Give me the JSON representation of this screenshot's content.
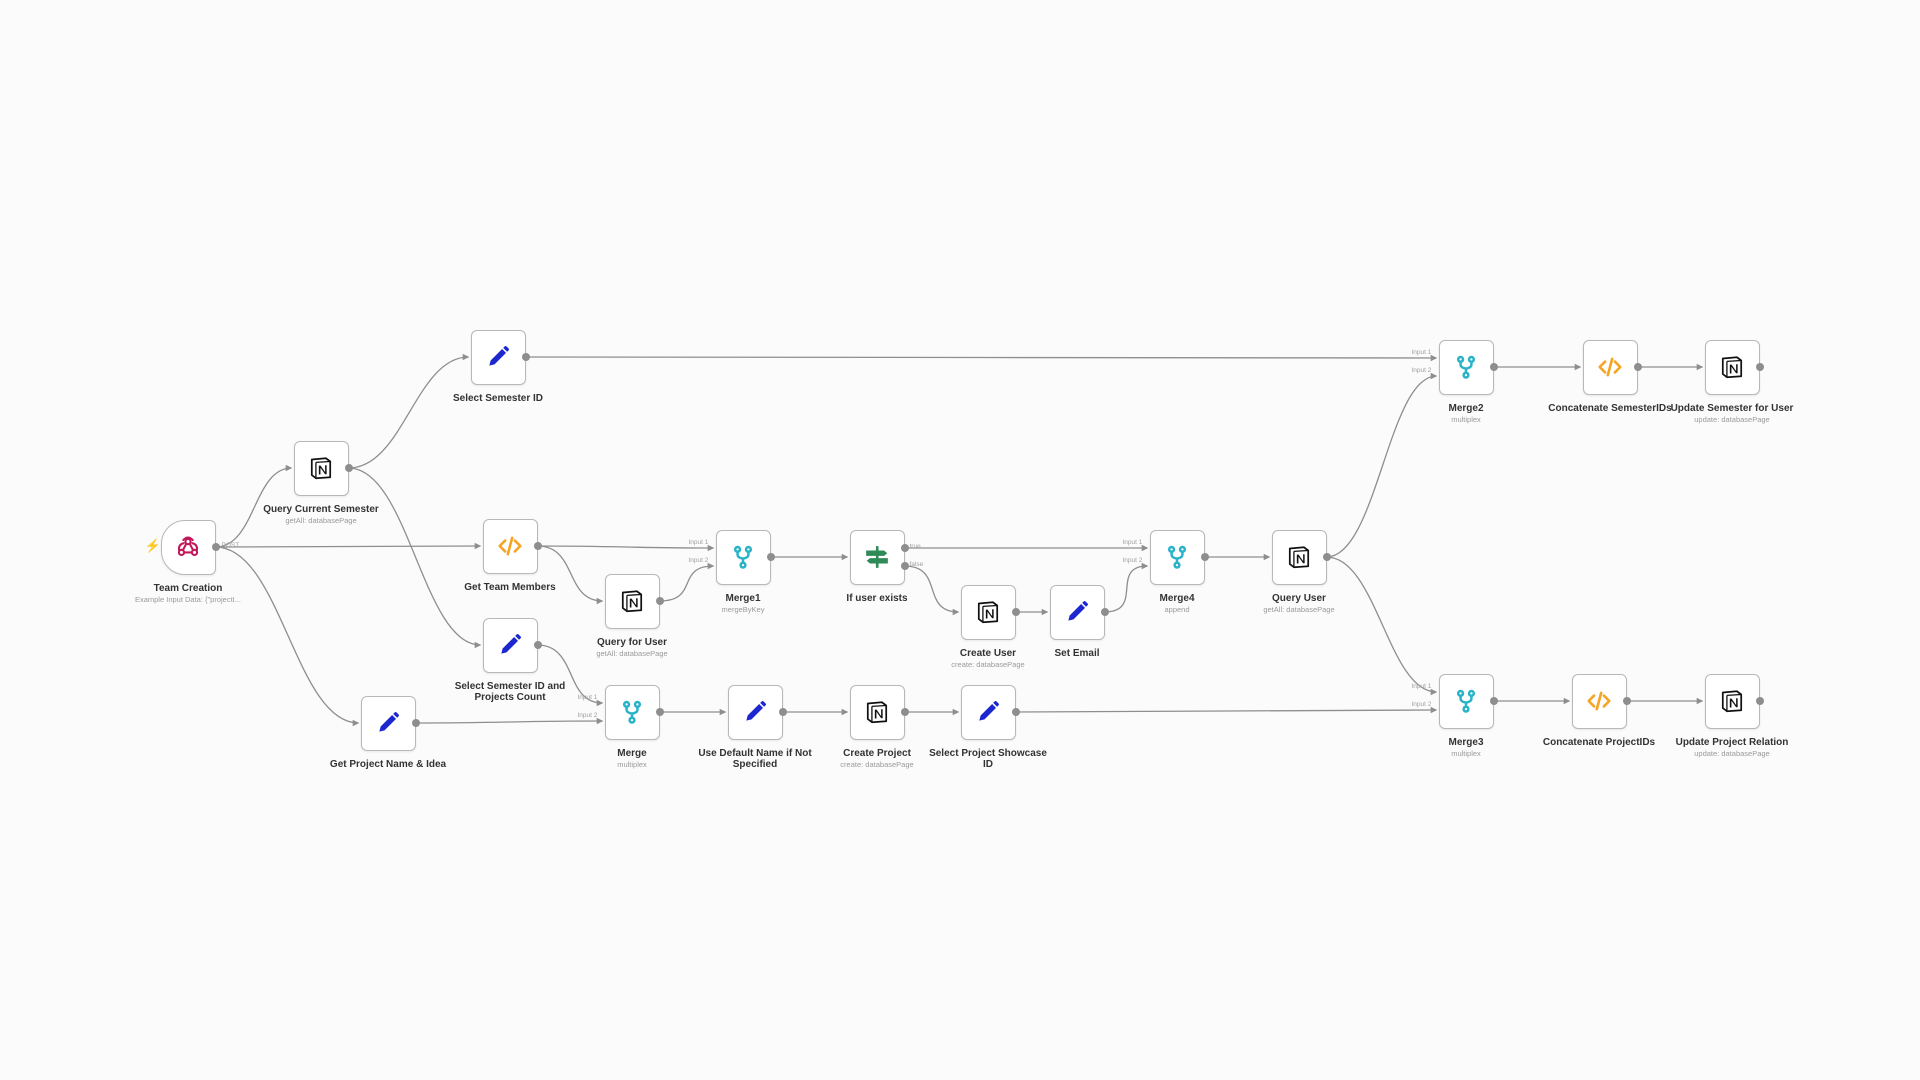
{
  "colors": {
    "pencil": "#1d27d0",
    "merge": "#29b3c8",
    "code": "#f5a524",
    "if": "#2e8b57",
    "webhook": "#c2185b",
    "notion": "#111111",
    "edge": "#8e8e8e"
  },
  "nodes": {
    "team_creation": {
      "name": "Team Creation",
      "sub": "Example Input Data: {\"projectI...",
      "icon": "webhook-icon",
      "out_label": "POST"
    },
    "query_current_semester": {
      "name": "Query Current Semester",
      "sub": "getAll: databasePage",
      "icon": "notion-icon"
    },
    "select_semester_id": {
      "name": "Select Semester ID",
      "sub": "",
      "icon": "pencil-icon"
    },
    "get_team_members": {
      "name": "Get Team Members",
      "sub": "",
      "icon": "code-icon"
    },
    "select_semester_id_projects_count": {
      "name": "Select Semester ID and Projects Count",
      "sub": "",
      "icon": "pencil-icon"
    },
    "get_project_name_idea": {
      "name": "Get Project Name & Idea",
      "sub": "",
      "icon": "pencil-icon"
    },
    "query_for_user": {
      "name": "Query for User",
      "sub": "getAll: databasePage",
      "icon": "notion-icon"
    },
    "merge1": {
      "name": "Merge1",
      "sub": "mergeByKey",
      "icon": "merge-icon",
      "in_labels": [
        "Input 1",
        "Input 2"
      ]
    },
    "if_user_exists": {
      "name": "If user exists",
      "sub": "",
      "icon": "if-icon",
      "out_labels": [
        "true",
        "false"
      ]
    },
    "create_user": {
      "name": "Create User",
      "sub": "create: databasePage",
      "icon": "notion-icon"
    },
    "set_email": {
      "name": "Set Email",
      "sub": "",
      "icon": "pencil-icon"
    },
    "merge4": {
      "name": "Merge4",
      "sub": "append",
      "icon": "merge-icon",
      "in_labels": [
        "Input 1",
        "Input 2"
      ]
    },
    "query_user": {
      "name": "Query User",
      "sub": "getAll: databasePage",
      "icon": "notion-icon"
    },
    "merge": {
      "name": "Merge",
      "sub": "multiplex",
      "icon": "merge-icon",
      "in_labels": [
        "Input 1",
        "Input 2"
      ]
    },
    "use_default_name": {
      "name": "Use Default Name if Not Specified",
      "sub": "",
      "icon": "pencil-icon"
    },
    "create_project": {
      "name": "Create Project",
      "sub": "create: databasePage",
      "icon": "notion-icon"
    },
    "select_project_showcase_id": {
      "name": "Select Project Showcase ID",
      "sub": "",
      "icon": "pencil-icon"
    },
    "merge2": {
      "name": "Merge2",
      "sub": "multiplex",
      "icon": "merge-icon",
      "in_labels": [
        "Input 1",
        "Input 2"
      ]
    },
    "concatenate_semesterids": {
      "name": "Concatenate SemesterIDs",
      "sub": "",
      "icon": "code-icon"
    },
    "update_semester_for_user": {
      "name": "Update Semester for User",
      "sub": "update: databasePage",
      "icon": "notion-icon"
    },
    "merge3": {
      "name": "Merge3",
      "sub": "multiplex",
      "icon": "merge-icon",
      "in_labels": [
        "Input 1",
        "Input 2"
      ]
    },
    "concatenate_projectids": {
      "name": "Concatenate ProjectIDs",
      "sub": "",
      "icon": "code-icon"
    },
    "update_project_relation": {
      "name": "Update Project Relation",
      "sub": "update: databasePage",
      "icon": "notion-icon"
    }
  }
}
